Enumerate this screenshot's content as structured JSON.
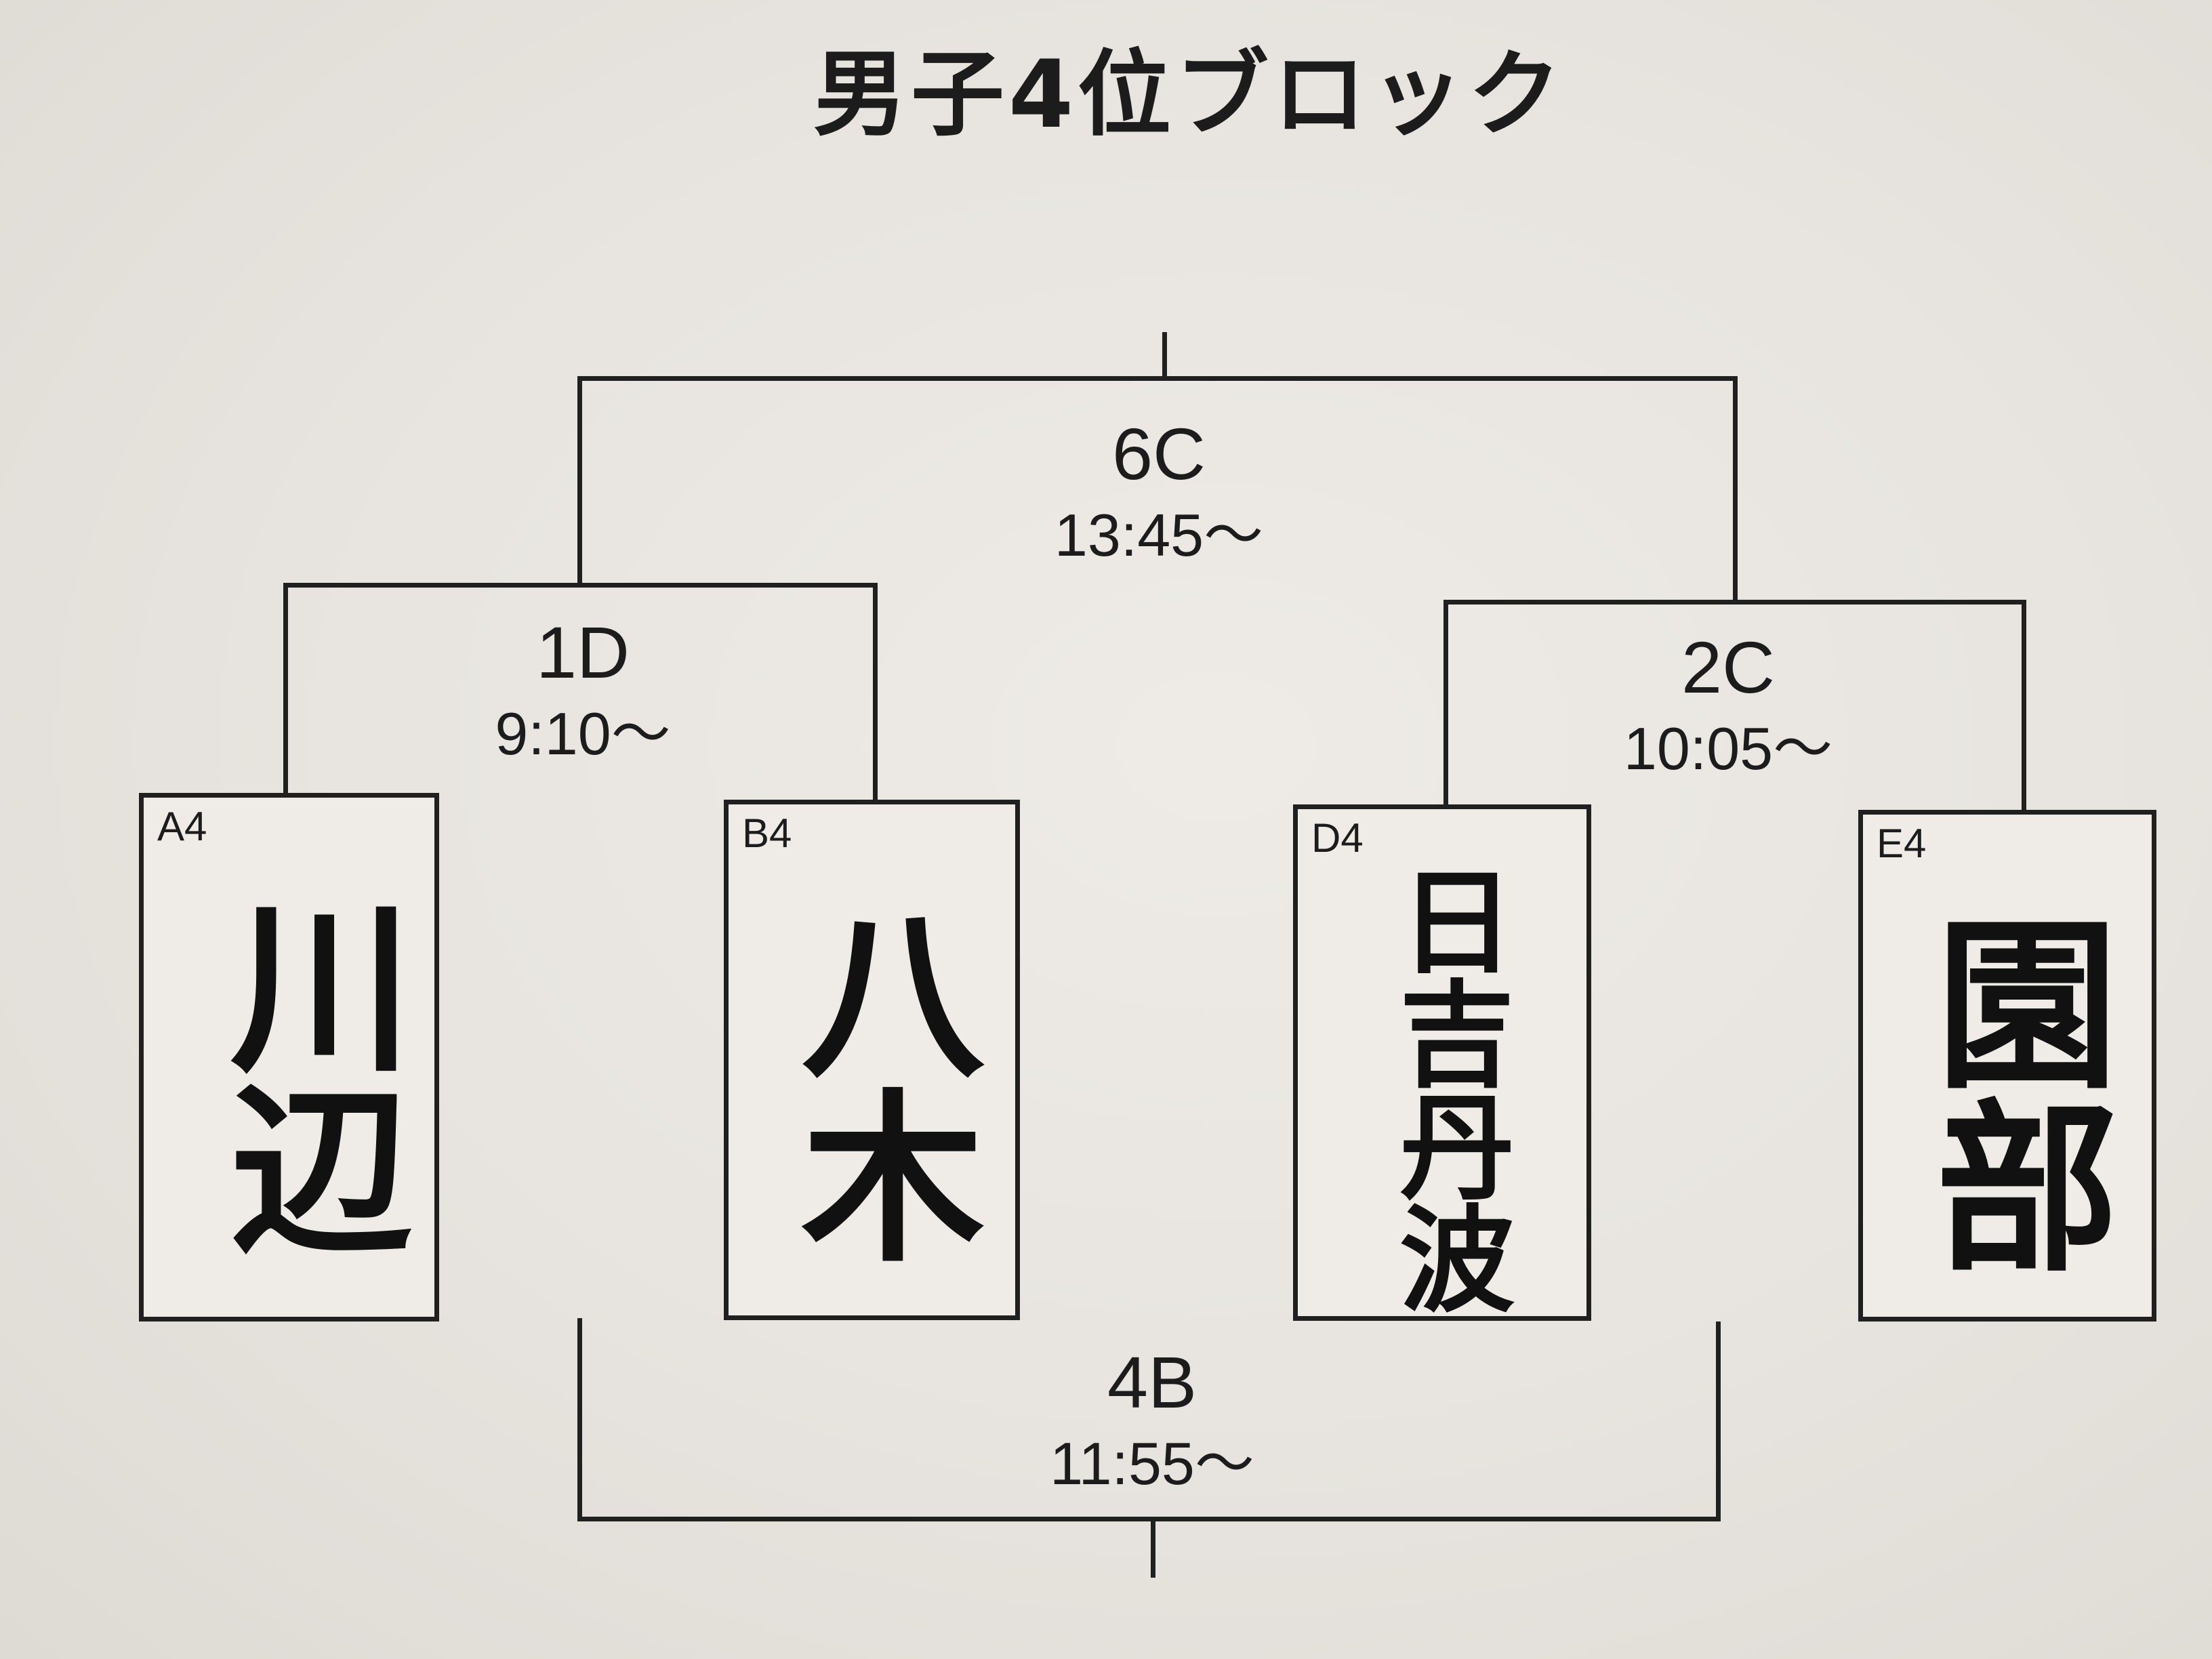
{
  "title": "男子4位ブロック",
  "matches": {
    "final": {
      "code": "6C",
      "time": "13:45～"
    },
    "semi_left": {
      "code": "1D",
      "time": "9:10～"
    },
    "semi_right": {
      "code": "2C",
      "time": "10:05～"
    },
    "loser_bracket": {
      "code": "4B",
      "time": "11:55～"
    }
  },
  "teams": [
    {
      "seed": "A4",
      "name": "川辺"
    },
    {
      "seed": "B4",
      "name": "八木"
    },
    {
      "seed": "D4",
      "name": "日吉丹波"
    },
    {
      "seed": "E4",
      "name": "園部"
    }
  ]
}
